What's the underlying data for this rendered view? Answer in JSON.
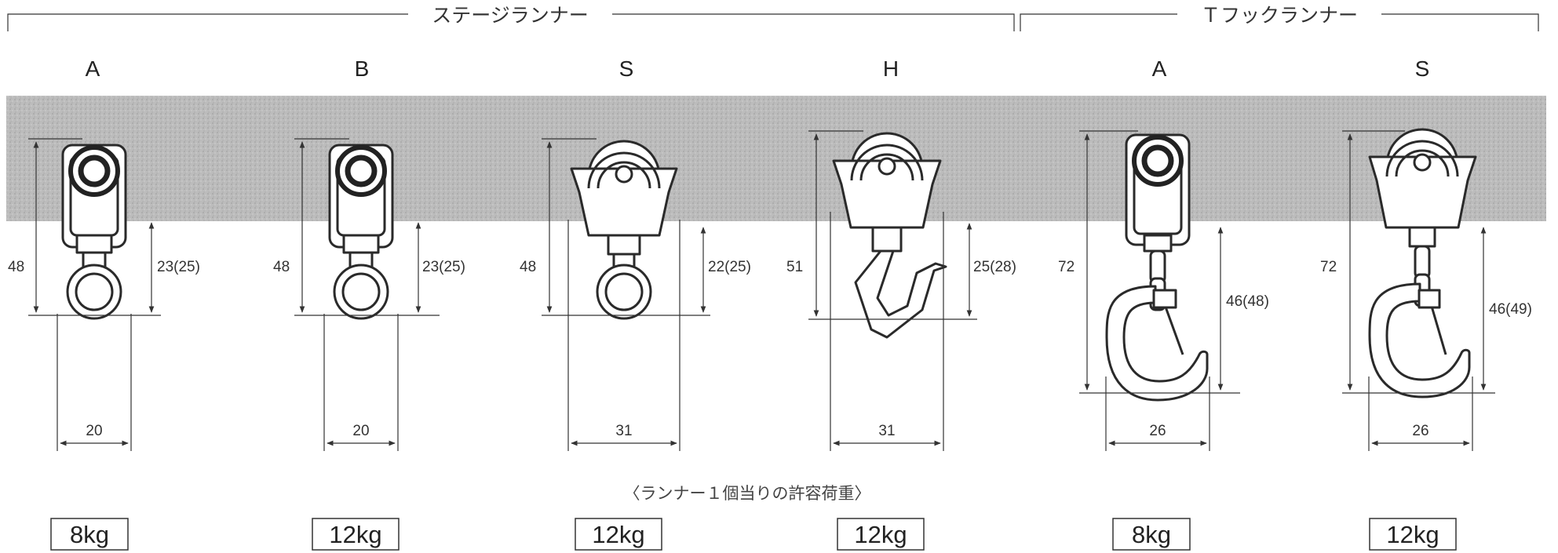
{
  "groups": [
    {
      "label": "ステージランナー"
    },
    {
      "label": "Ｔフックランナー"
    }
  ],
  "runners": [
    {
      "title": "A",
      "height": "48",
      "drop": "23(25)",
      "width": "20",
      "load": "8kg",
      "shape": "wheel-ring"
    },
    {
      "title": "B",
      "height": "48",
      "drop": "23(25)",
      "width": "20",
      "load": "12kg",
      "shape": "wheel-ring"
    },
    {
      "title": "S",
      "height": "48",
      "drop": "22(25)",
      "width": "31",
      "load": "12kg",
      "shape": "roller-ring"
    },
    {
      "title": "H",
      "height": "51",
      "drop": "25(28)",
      "width": "31",
      "load": "12kg",
      "shape": "roller-hook"
    },
    {
      "title": "A",
      "height": "72",
      "drop": "46(48)",
      "width": "26",
      "load": "8kg",
      "shape": "wheel-snap"
    },
    {
      "title": "S",
      "height": "72",
      "drop": "46(49)",
      "width": "26",
      "load": "12kg",
      "shape": "roller-snap"
    }
  ],
  "caption": "〈ランナー１個当りの許容荷重〉",
  "colors": {
    "rail": "#bdbdbd",
    "line": "#333333"
  }
}
